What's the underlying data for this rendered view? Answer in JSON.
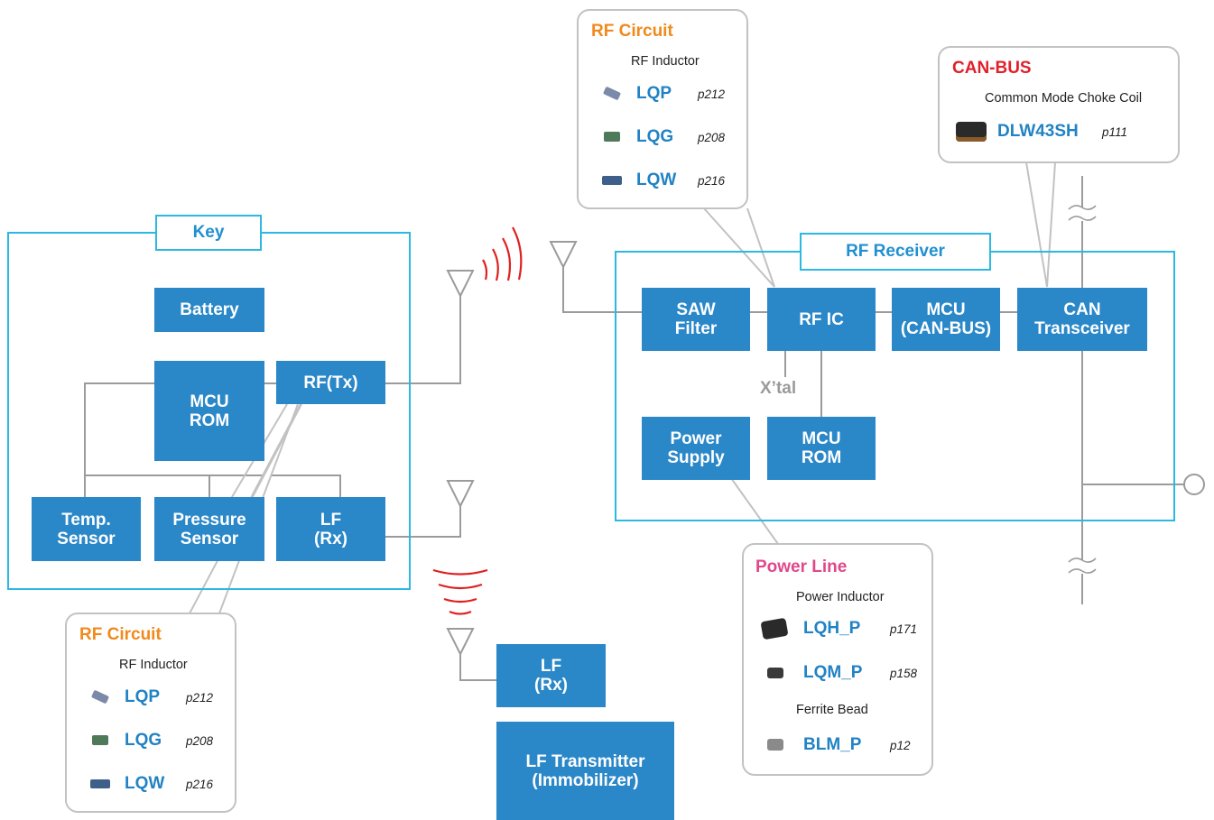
{
  "key_frame": {
    "label": "Key"
  },
  "receiver_frame": {
    "label": "RF Receiver"
  },
  "blocks": {
    "battery": "Battery",
    "mcu_rom_key": "MCU\nROM",
    "rf_tx": "RF(Tx)",
    "temp_sensor": "Temp.\nSensor",
    "pressure_sensor": "Pressure\nSensor",
    "lf_rx_key": "LF\n(Rx)",
    "saw_filter": "SAW\nFilter",
    "rf_ic": "RF IC",
    "mcu_can": "MCU\n(CAN-BUS)",
    "can_transceiver": "CAN\nTransceiver",
    "power_supply": "Power\nSupply",
    "mcu_rom_rx": "MCU\nROM",
    "lf_rx_bottom": "LF\n(Rx)",
    "lf_transmitter": "LF Transmitter\n(Immobilizer)"
  },
  "xtal_label": "X’tal",
  "callouts": {
    "rf_top": {
      "title": "RF Circuit",
      "subtitle": "RF Inductor",
      "parts": [
        {
          "name": "LQP",
          "page": "p212",
          "icon": "lqp-chip-icon"
        },
        {
          "name": "LQG",
          "page": "p208",
          "icon": "lqg-chip-icon"
        },
        {
          "name": "LQW",
          "page": "p216",
          "icon": "lqw-chip-icon"
        }
      ]
    },
    "can_bus": {
      "title": "CAN-BUS",
      "subtitle": "Common Mode Choke Coil",
      "parts": [
        {
          "name": "DLW43SH",
          "page": "p111",
          "icon": "dlw43sh-chip-icon"
        }
      ]
    },
    "power_line": {
      "title": "Power Line",
      "subtitle": "Power Inductor",
      "subtitle2": "Ferrite Bead",
      "parts": [
        {
          "name": "LQH_P",
          "page": "p171",
          "icon": "lqh-chip-icon"
        },
        {
          "name": "LQM_P",
          "page": "p158",
          "icon": "lqm-chip-icon"
        },
        {
          "name": "BLM_P",
          "page": "p12",
          "icon": "blm-chip-icon"
        }
      ]
    },
    "rf_bottom": {
      "title": "RF Circuit",
      "subtitle": "RF Inductor",
      "parts": [
        {
          "name": "LQP",
          "page": "p212",
          "icon": "lqp-chip-icon"
        },
        {
          "name": "LQG",
          "page": "p208",
          "icon": "lqg-chip-icon"
        },
        {
          "name": "LQW",
          "page": "p216",
          "icon": "lqw-chip-icon"
        }
      ]
    }
  },
  "colors": {
    "block": "#2a87c8",
    "frame": "#2cb8e0",
    "wire": "#9b9b9b",
    "signal": "#e02020",
    "rf_title": "#f08a1c",
    "can_title": "#e0202a",
    "power_title": "#e0488a"
  }
}
